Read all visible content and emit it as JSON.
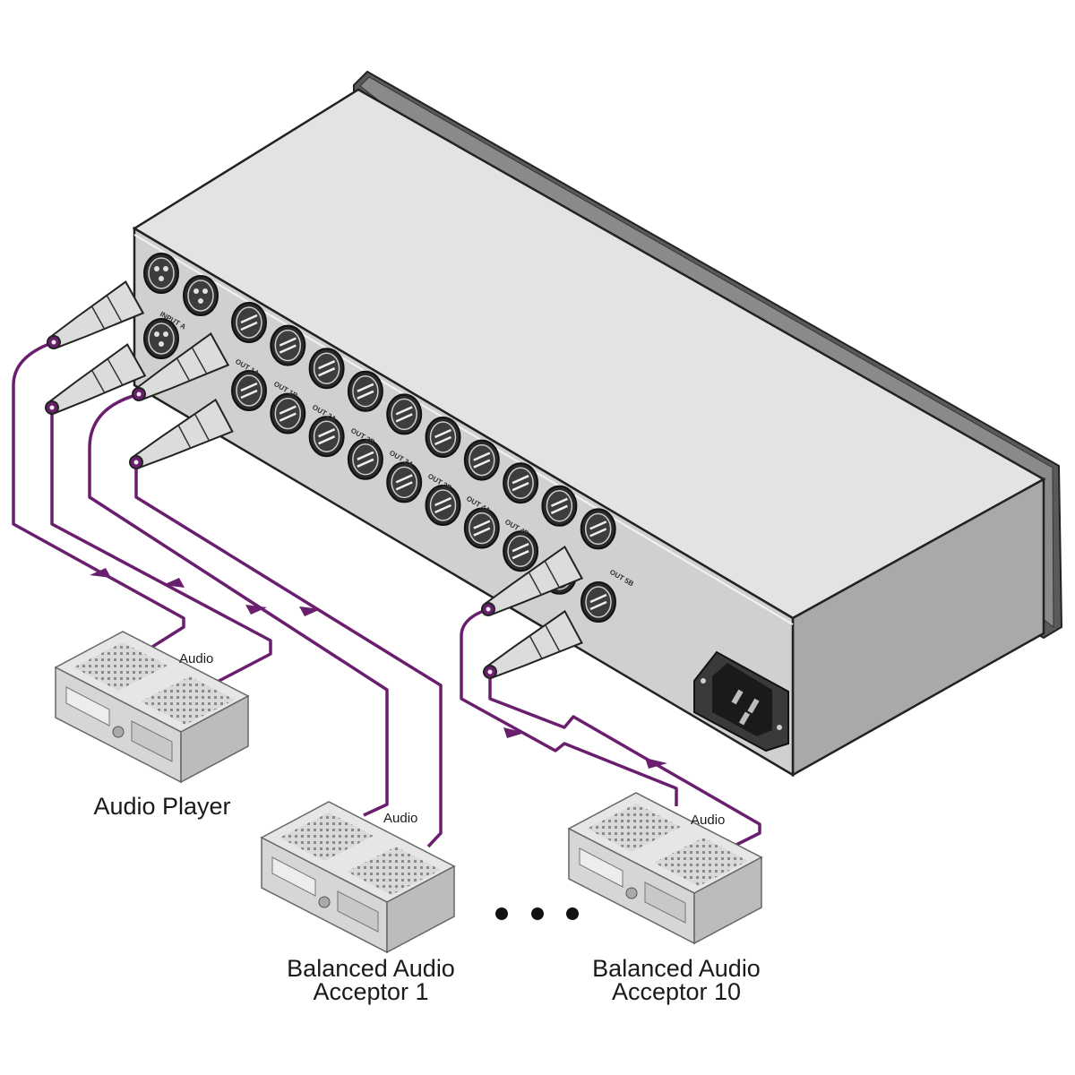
{
  "devices": {
    "player": {
      "title": "Audio Player",
      "port_label": "Audio"
    },
    "acceptor_1": {
      "title_line1": "Balanced Audio",
      "title_line2": "Acceptor 1",
      "port_label": "Audio"
    },
    "acceptor_10": {
      "title_line1": "Balanced Audio",
      "title_line2": "Acceptor 10",
      "port_label": "Audio"
    }
  },
  "rear_panel": {
    "input_label": "INPUT A",
    "output_labels": [
      "OUT 1A",
      "OUT 1B",
      "OUT 2A",
      "OUT 2B",
      "OUT 3A",
      "OUT 3B",
      "OUT 4A",
      "OUT 4B",
      "OUT 5B"
    ]
  },
  "colors": {
    "cable": "#6a1f6e",
    "chassis_top": "#e3e3e3",
    "chassis_front": "#d0d0d0",
    "chassis_side": "#a9a9a9"
  },
  "icons": [
    "xlr-connector-icon",
    "power-inlet-icon",
    "arrow-icon",
    "ellipsis-dots-icon"
  ]
}
